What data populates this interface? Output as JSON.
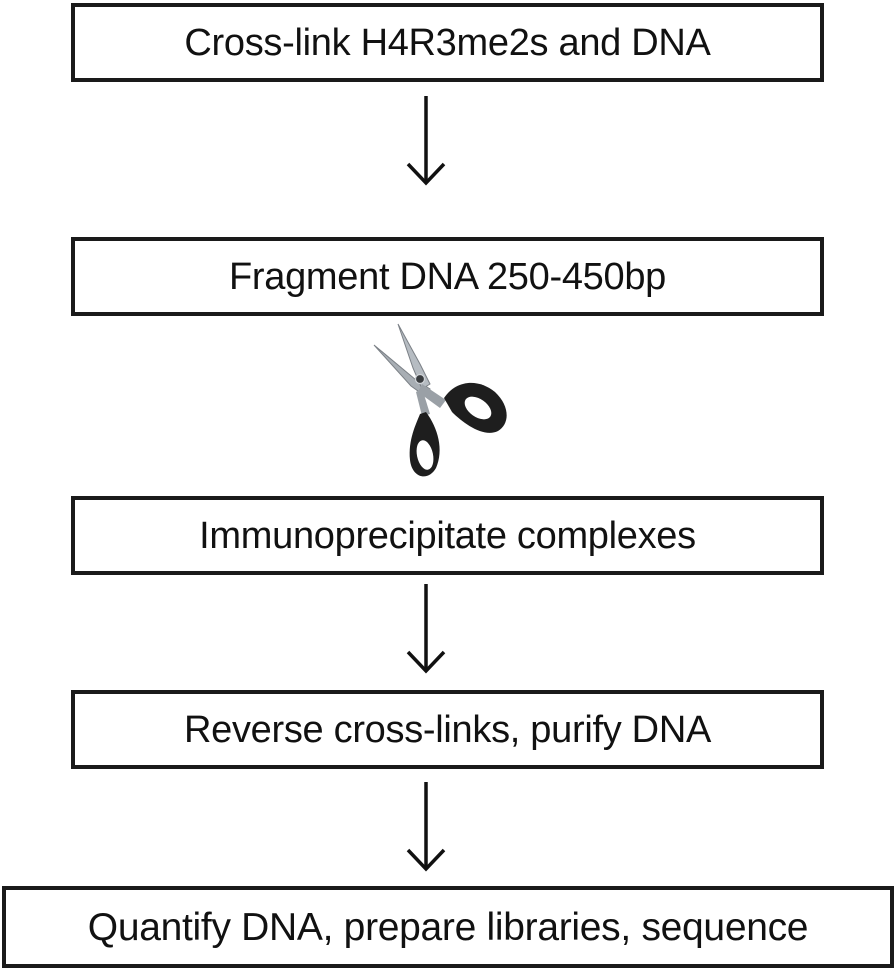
{
  "steps": [
    {
      "label": "Cross-link H4R3me2s and DNA"
    },
    {
      "label": "Fragment DNA 250-450bp"
    },
    {
      "label": "Immunoprecipitate complexes"
    },
    {
      "label": "Reverse cross-links, purify DNA"
    },
    {
      "label": "Quantify DNA, prepare libraries, sequence"
    }
  ],
  "connectors": [
    {
      "from": 1,
      "to": 2,
      "icon": "down-arrow-icon"
    },
    {
      "from": 2,
      "to": 3,
      "icon": "scissors-icon"
    },
    {
      "from": 3,
      "to": 4,
      "icon": "down-arrow-icon"
    },
    {
      "from": 4,
      "to": 5,
      "icon": "down-arrow-icon"
    }
  ],
  "colors": {
    "box_border": "#1a1a1a",
    "text": "#111111",
    "background": "#ffffff",
    "scissors_blade": "#a8aeb4",
    "scissors_handle": "#1e1e1e"
  }
}
